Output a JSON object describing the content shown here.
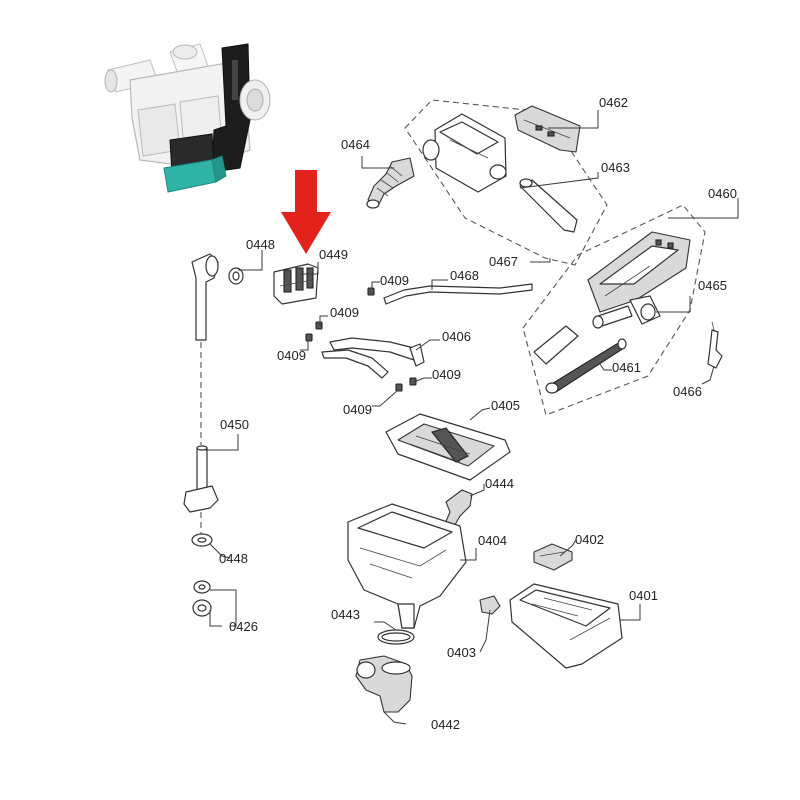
{
  "diagram": {
    "labels": [
      {
        "key": "p0462",
        "text": "0462"
      },
      {
        "key": "p0463",
        "text": "0463"
      },
      {
        "key": "p0464",
        "text": "0464"
      },
      {
        "key": "p0460",
        "text": "0460"
      },
      {
        "key": "p0448a",
        "text": "0448"
      },
      {
        "key": "p0449",
        "text": "0449"
      },
      {
        "key": "p0409a",
        "text": "0409"
      },
      {
        "key": "p0468",
        "text": "0468"
      },
      {
        "key": "p0467",
        "text": "0467"
      },
      {
        "key": "p0465",
        "text": "0465"
      },
      {
        "key": "p0409b",
        "text": "0409"
      },
      {
        "key": "p0406",
        "text": "0406"
      },
      {
        "key": "p0409c",
        "text": "0409"
      },
      {
        "key": "p0461",
        "text": "0461"
      },
      {
        "key": "p0466",
        "text": "0466"
      },
      {
        "key": "p0409d",
        "text": "0409"
      },
      {
        "key": "p0409e",
        "text": "0409"
      },
      {
        "key": "p0405",
        "text": "0405"
      },
      {
        "key": "p0450",
        "text": "0450"
      },
      {
        "key": "p0444",
        "text": "0444"
      },
      {
        "key": "p0404",
        "text": "0404"
      },
      {
        "key": "p0402",
        "text": "0402"
      },
      {
        "key": "p0448b",
        "text": "0448"
      },
      {
        "key": "p0401",
        "text": "0401"
      },
      {
        "key": "p0443",
        "text": "0443"
      },
      {
        "key": "p0426",
        "text": "0426"
      },
      {
        "key": "p0403",
        "text": "0403"
      },
      {
        "key": "p0442",
        "text": "0442"
      }
    ],
    "highlight_part": "0449",
    "colors": {
      "arrow": "#e3221b",
      "valve_body": "#f2f2f2",
      "valve_base": "#2fb3a6",
      "valve_bracket": "#1d1d1d",
      "lines": "#3a3a3a"
    },
    "icons": {
      "arrow": "down-arrow-icon",
      "inset": "inlet-valve-photo"
    }
  }
}
